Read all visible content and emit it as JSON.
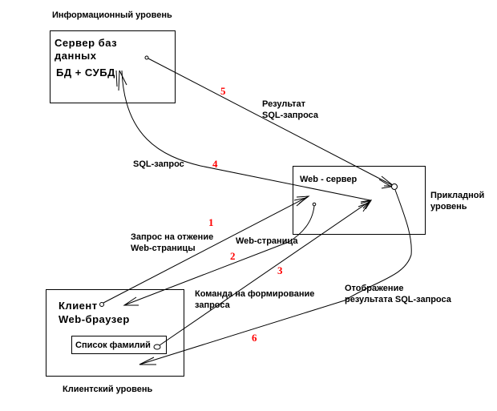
{
  "levels": {
    "info": "Информационный уровень",
    "app_line1": "Прикладной",
    "app_line2": "уровень",
    "client": "Клиентский уровень"
  },
  "nodes": {
    "db_server": {
      "line1": "Сервер баз",
      "line2": "данных",
      "line3": "БД +  СУБД"
    },
    "web_server": {
      "title": "Web - сервер"
    },
    "client": {
      "line1": "Клиент",
      "line2": "Web-браузер",
      "list_label": "Список фамилий"
    }
  },
  "flows": [
    {
      "step": "1",
      "label_line1": "Запрос на отжение",
      "label_line2": "Web-страницы"
    },
    {
      "step": "2",
      "label_line1": "Web-страница",
      "label_line2": ""
    },
    {
      "step": "3",
      "label_line1": "Команда на формирование",
      "label_line2": "запроса"
    },
    {
      "step": "4",
      "label_line1": "SQL-запрос",
      "label_line2": ""
    },
    {
      "step": "5",
      "label_line1": "Результат",
      "label_line2": "SQL-запроса"
    },
    {
      "step": "6",
      "label_line1": "Отображение",
      "label_line2": "результата SQL-запроса"
    }
  ],
  "colors": {
    "step_number": "#ff0000",
    "line": "#000000"
  }
}
